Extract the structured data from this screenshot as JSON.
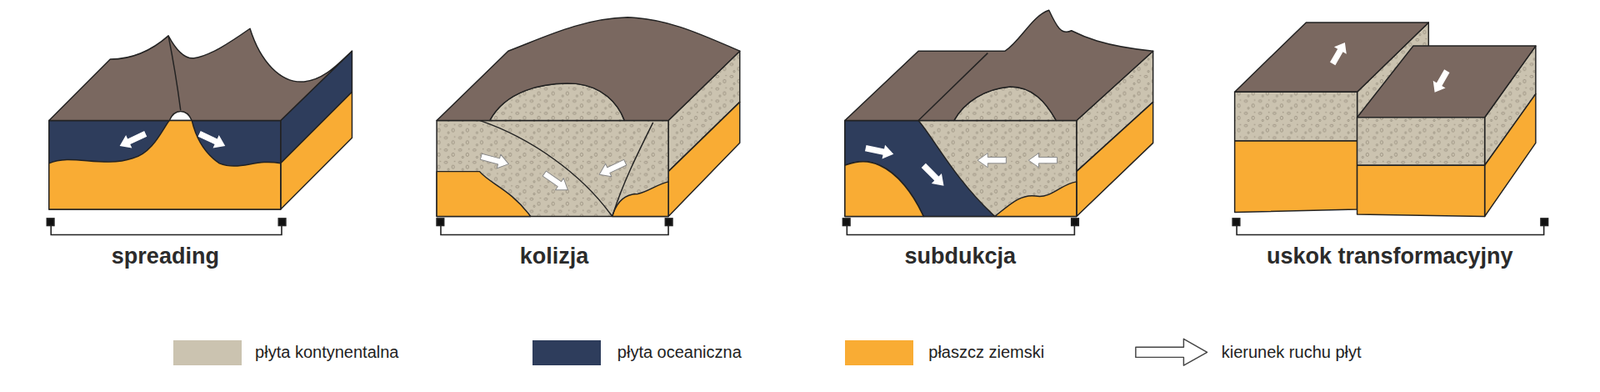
{
  "diagram": {
    "labels": [
      "spreading",
      "kolizja",
      "subdukcja",
      "uskok transformacyjny"
    ],
    "legend": [
      {
        "text": "płyta kontynentalna",
        "color": "#cbc3b0"
      },
      {
        "text": "płyta oceaniczna",
        "color": "#2e3d5c"
      },
      {
        "text": "płaszcz ziemski",
        "color": "#f9ac34"
      },
      {
        "text": "kierunek ruchu płyt"
      }
    ]
  }
}
